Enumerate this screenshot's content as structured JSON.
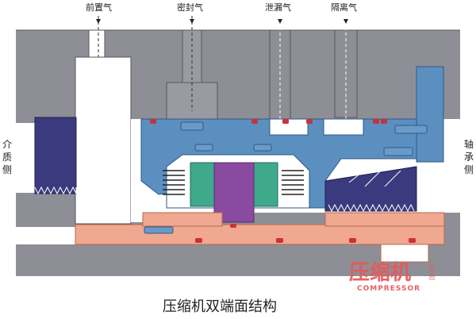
{
  "labels": {
    "front_gas": "前置气",
    "seal_gas": "密封气",
    "leak_gas": "泄漏气",
    "isolation_gas": "隔离气",
    "medium_side": [
      "介",
      "质",
      "侧"
    ],
    "bearing_side": [
      "轴",
      "承",
      "侧"
    ]
  },
  "caption": "压缩机双端面结构",
  "watermark": {
    "main": "压缩机",
    "sub": "COMPRESSOR",
    "tag": [
      "杂",
      "志"
    ]
  },
  "colors": {
    "casing": "#8e8e96",
    "seal_body": "#5b8fc0",
    "sleeve": "#f0a890",
    "stator": "#3b3a7e",
    "rotor": "#8a4aa0",
    "spring_seat": "#3fa98c",
    "oring": "#c8323a"
  }
}
